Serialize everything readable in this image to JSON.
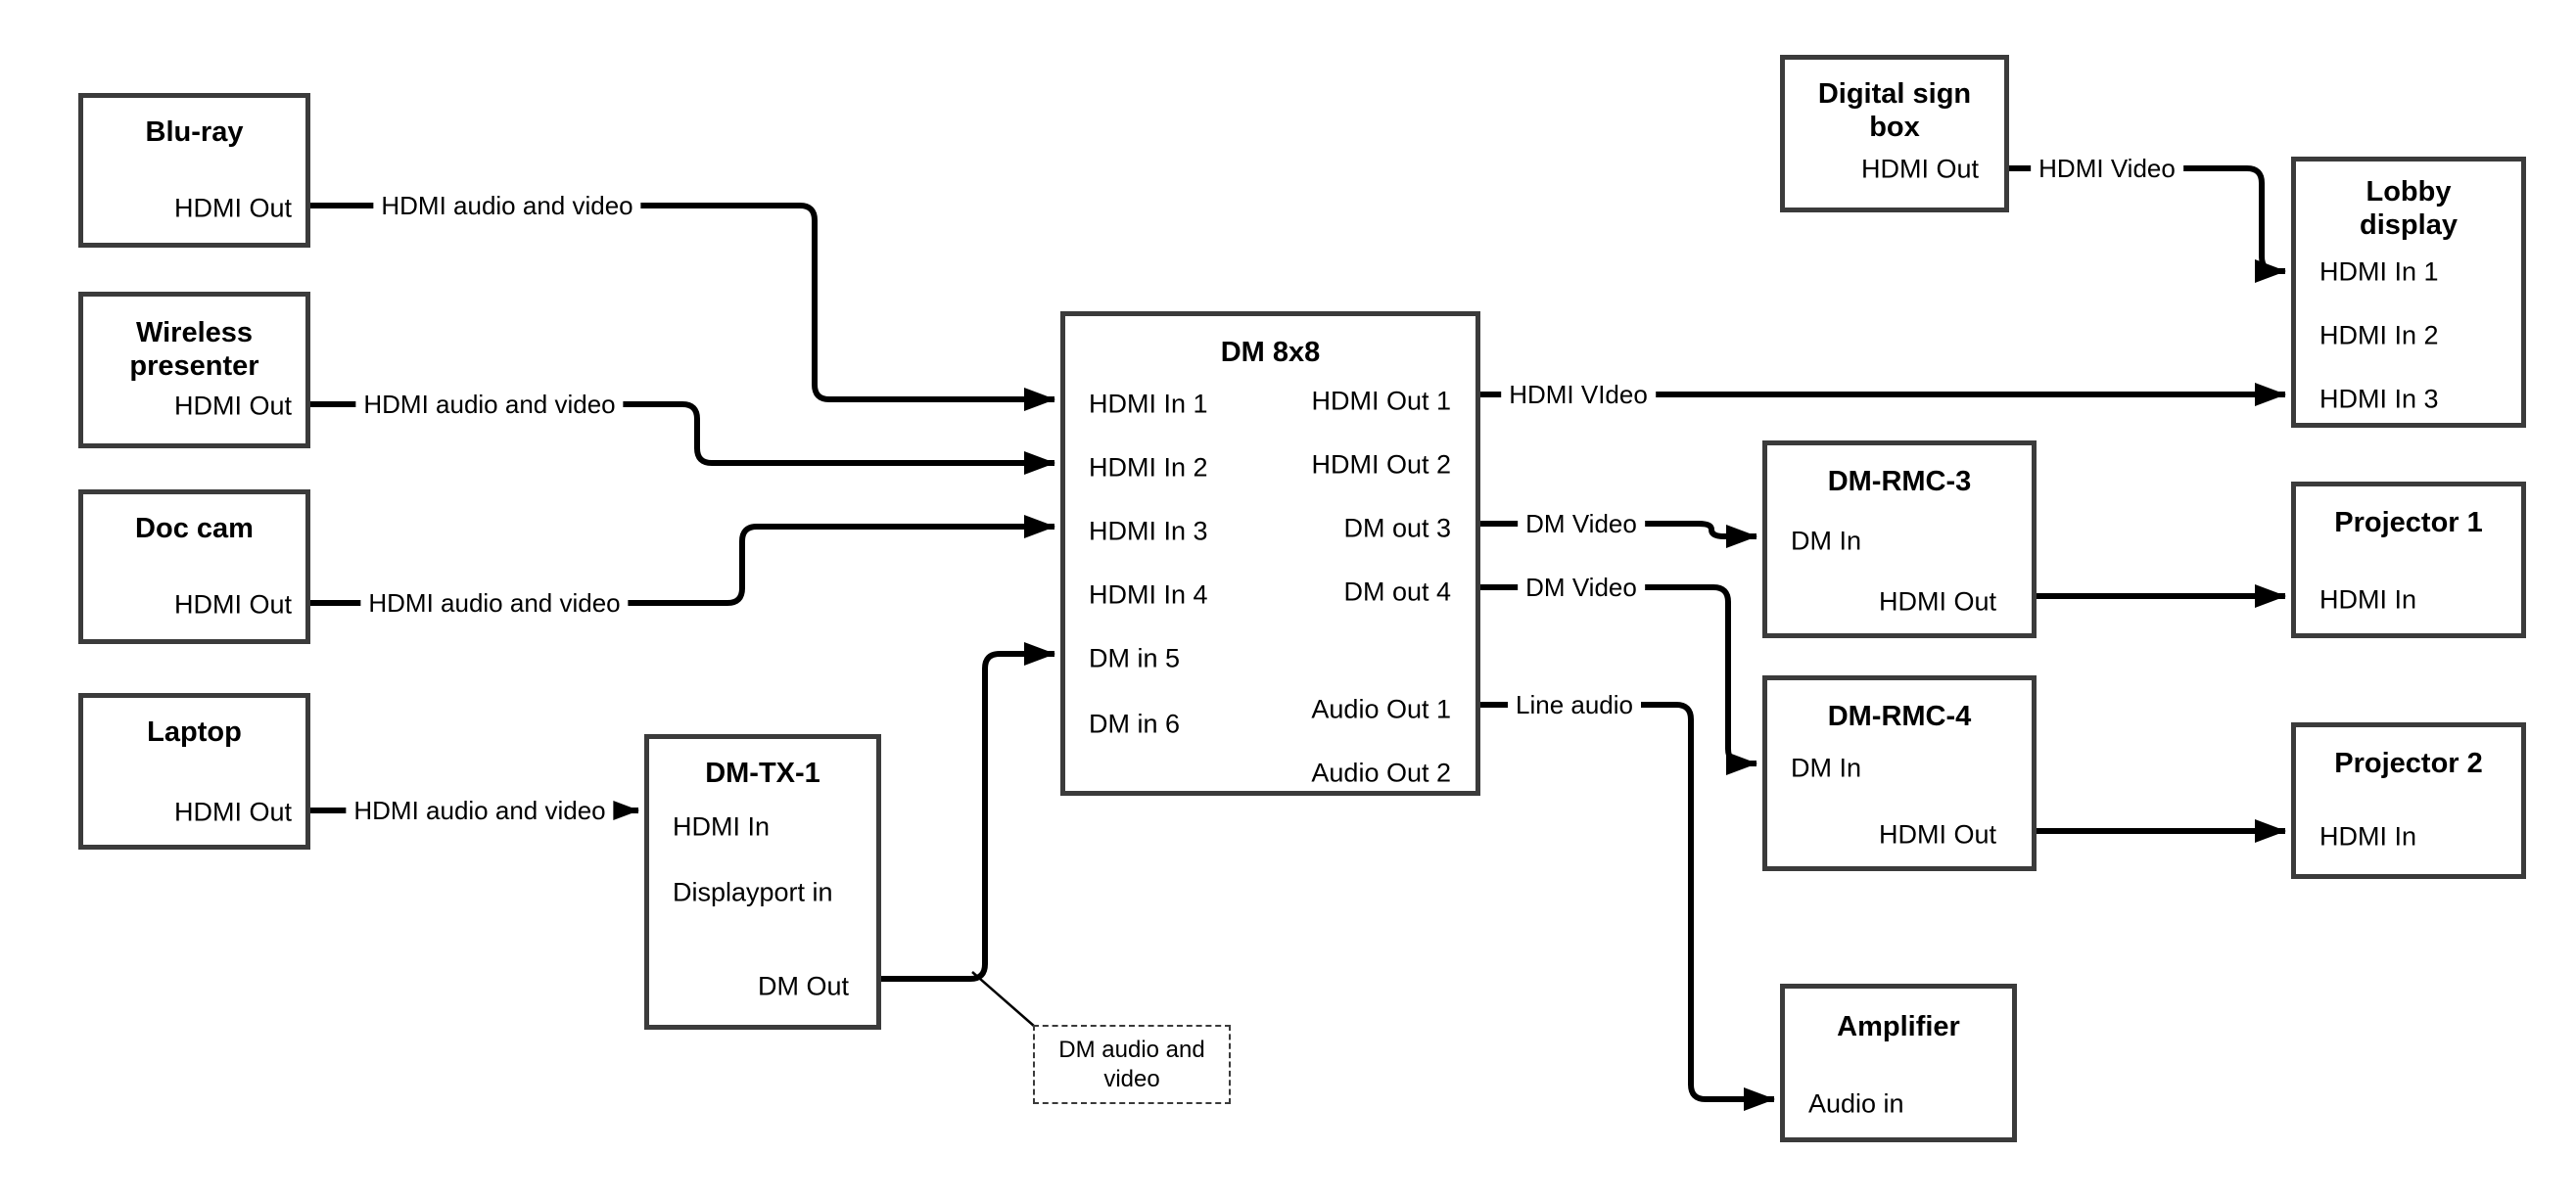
{
  "diagram": {
    "type": "av-signal-flow-diagram",
    "background_color": "#ffffff",
    "wire_color": "#000000",
    "box_border_color": "#3b3b3b"
  },
  "nodes": {
    "bluray": {
      "title": "Blu-ray",
      "ports": [
        "HDMI Out"
      ]
    },
    "wireless": {
      "title": "Wireless\npresenter",
      "ports": [
        "HDMI Out"
      ]
    },
    "doccam": {
      "title": "Doc cam",
      "ports": [
        "HDMI Out"
      ]
    },
    "laptop": {
      "title": "Laptop",
      "ports": [
        "HDMI Out"
      ]
    },
    "dmtx1": {
      "title": "DM-TX-1",
      "ports": [
        "HDMI In",
        "Displayport in",
        "DM Out"
      ]
    },
    "dm8x8": {
      "title": "DM 8x8",
      "ports_left": [
        "HDMI In 1",
        "HDMI In 2",
        "HDMI In 3",
        "HDMI In 4",
        "DM in 5",
        "DM in 6"
      ],
      "ports_right": [
        "HDMI Out 1",
        "HDMI Out 2",
        "DM out 3",
        "DM out 4",
        "Audio Out 1",
        "Audio Out 2"
      ]
    },
    "digitalsign": {
      "title": "Digital sign\nbox",
      "ports": [
        "HDMI Out"
      ]
    },
    "lobby": {
      "title": "Lobby\ndisplay",
      "ports": [
        "HDMI In 1",
        "HDMI In 2",
        "HDMI In 3"
      ]
    },
    "dmrmc3": {
      "title": "DM-RMC-3",
      "ports": [
        "DM In",
        "HDMI Out"
      ]
    },
    "proj1": {
      "title": "Projector 1",
      "ports": [
        "HDMI In"
      ]
    },
    "dmrmc4": {
      "title": "DM-RMC-4",
      "ports": [
        "DM In",
        "HDMI Out"
      ]
    },
    "proj2": {
      "title": "Projector 2",
      "ports": [
        "HDMI In"
      ]
    },
    "amp": {
      "title": "Amplifier",
      "ports": [
        "Audio in"
      ]
    }
  },
  "edges": [
    {
      "from": "Blu-ray HDMI Out",
      "to": "DM 8x8 HDMI In 1",
      "label": "HDMI audio and video"
    },
    {
      "from": "Wireless presenter HDMI Out",
      "to": "DM 8x8 HDMI In 2",
      "label": "HDMI audio and video"
    },
    {
      "from": "Doc cam HDMI Out",
      "to": "DM 8x8 HDMI In 3",
      "label": "HDMI audio and video"
    },
    {
      "from": "Laptop HDMI Out",
      "to": "DM-TX-1 HDMI In",
      "label": "HDMI audio and video"
    },
    {
      "from": "DM-TX-1 DM Out",
      "to": "DM 8x8 DM in 5",
      "label": ""
    },
    {
      "from": "DM 8x8 HDMI Out 1",
      "to": "Lobby display HDMI In 3",
      "label": "HDMI VIdeo"
    },
    {
      "from": "DM 8x8 DM out 3",
      "to": "DM-RMC-3 DM In",
      "label": "DM Video"
    },
    {
      "from": "DM 8x8 DM out 4",
      "to": "DM-RMC-4 DM In",
      "label": "DM Video"
    },
    {
      "from": "DM 8x8 Audio Out 1",
      "to": "Amplifier Audio in",
      "label": "Line audio"
    },
    {
      "from": "Digital sign box HDMI Out",
      "to": "Lobby display HDMI In 1",
      "label": "HDMI Video"
    },
    {
      "from": "DM-RMC-3 HDMI Out",
      "to": "Projector 1 HDMI In",
      "label": ""
    },
    {
      "from": "DM-RMC-4 HDMI Out",
      "to": "Projector 2 HDMI In",
      "label": ""
    }
  ],
  "note": {
    "text": "DM audio and\nvideo"
  }
}
